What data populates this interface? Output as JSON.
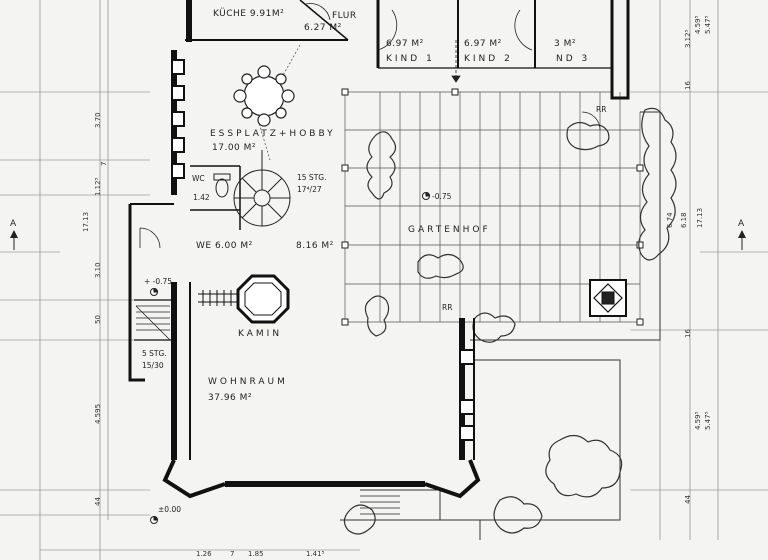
{
  "rooms": {
    "kueche": "KÜCHE 9.91M²",
    "flur_name": "FLUR",
    "flur_area": "6.27 M²",
    "kind1_area": "6.97 M²",
    "kind1_name": "KIND 1",
    "kind2_area": "6.97 M²",
    "kind2_name": "KIND 2",
    "kind3_area": "3 M²",
    "kind3_name": "ND 3",
    "essplatz_name": "ESSPLATZ+HOBBY",
    "essplatz_area": "17.00 M²",
    "wc_name": "WC",
    "wc_area": "1.42",
    "we": "WE 6.00 M²",
    "hall_area": "8.16 M²",
    "gartenhof": "GARTENHOF",
    "kamin": "KAMIN",
    "wohnraum_name": "WOHNRAUM",
    "wohnraum_area": "37.96 M²"
  },
  "annotations": {
    "stair_upper": "15 STG.",
    "stair_upper_ratio": "17⁴/27",
    "stair_lower": "5 STG.",
    "stair_lower_ratio": "15/30",
    "level_court": "-0.75",
    "level_left": "+ -0.75",
    "level_ground": "±0.00",
    "rr_top": "RR",
    "rr_mid": "RR",
    "section_left": "A",
    "section_right": "A"
  },
  "dimensions": {
    "left": [
      "3.70",
      "7",
      "1.12⁵",
      "17.13",
      "3.10",
      "50",
      "4.595",
      "44"
    ],
    "right_top": [
      "3.12⁵",
      "4.59⁵",
      "5.47⁵",
      "16"
    ],
    "right_mid": [
      "6.74",
      "6.18",
      "17.13"
    ],
    "right_lower": [
      "16",
      "4.59⁵",
      "5.47⁵",
      "44"
    ],
    "bottom": [
      "1.26",
      "7",
      "1.85",
      "1.41⁵"
    ]
  }
}
